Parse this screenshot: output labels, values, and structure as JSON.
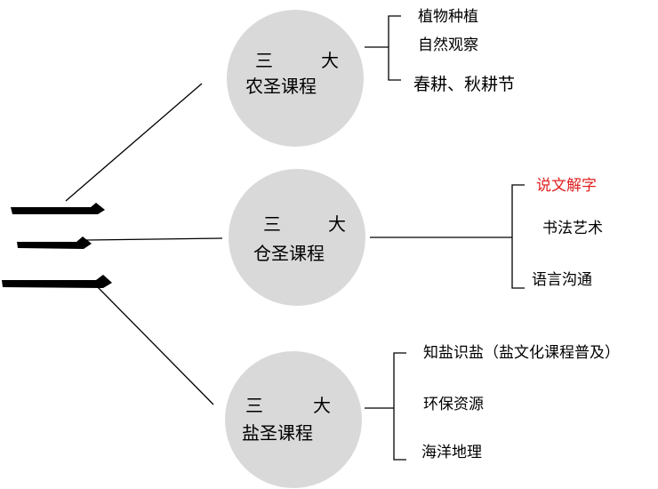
{
  "colors": {
    "circle": "#d9d9d9",
    "highlight": "#e02020",
    "text": "#000000"
  },
  "glyph_icon": "san-character-three-strokes",
  "courses": [
    {
      "title_top_left": "三",
      "title_top_right": "大",
      "title_bottom": "农圣课程",
      "items": [
        {
          "text": "植物种植",
          "highlight": false
        },
        {
          "text": "自然观察",
          "highlight": false
        },
        {
          "text": "春耕、秋耕节",
          "highlight": false
        }
      ]
    },
    {
      "title_top_left": "三",
      "title_top_right": "大",
      "title_bottom": "仓圣课程",
      "items": [
        {
          "text": "说文解字",
          "highlight": true
        },
        {
          "text": "书法艺术",
          "highlight": false
        },
        {
          "text": "语言沟通",
          "highlight": false
        }
      ]
    },
    {
      "title_top_left": "三",
      "title_top_right": "大",
      "title_bottom": "盐圣课程",
      "items": [
        {
          "text": "知盐识盐（盐文化课程普及）",
          "highlight": false
        },
        {
          "text": "环保资源",
          "highlight": false
        },
        {
          "text": "海洋地理",
          "highlight": false
        }
      ]
    }
  ]
}
